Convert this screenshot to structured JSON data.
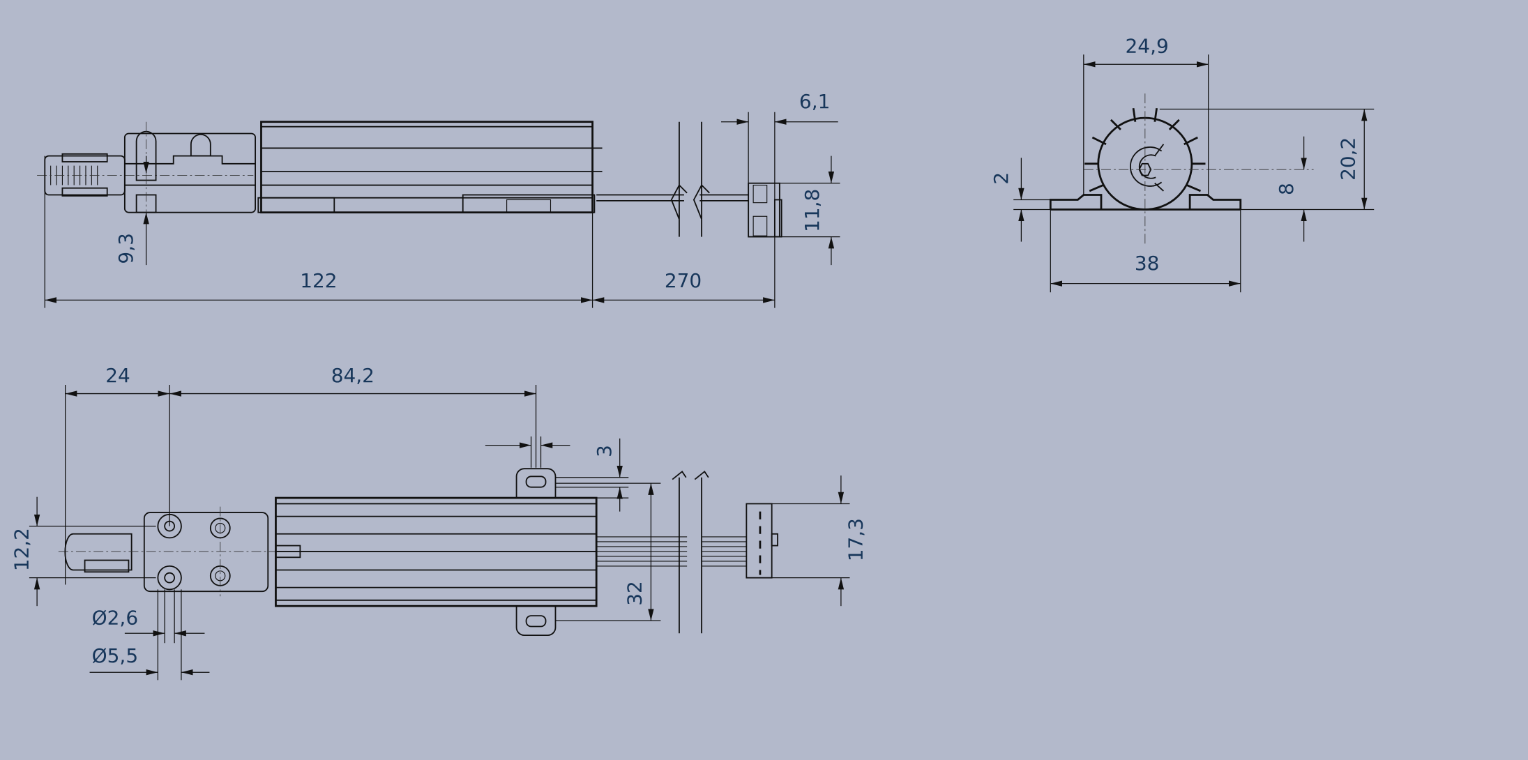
{
  "dimensions": {
    "top_view": {
      "overall_length": "122",
      "cable_length": "270",
      "connector_offset": "6,1",
      "connector_height": "11,8",
      "axis_offset": "9,3"
    },
    "end_view": {
      "gear_width": "24,9",
      "overall_height": "20,2",
      "axis_height": "8",
      "base_thickness": "2",
      "base_width": "38"
    },
    "bottom_view": {
      "offset": "24",
      "hole_spacing": "84,2",
      "lug_width": "3",
      "lug_spacing": "32",
      "connector_width": "17,3",
      "hole_pitch": "12,2",
      "hole_diameter_small": "Ø2,6",
      "hole_diameter_large": "Ø5,5"
    }
  },
  "colors": {
    "background": "#b3b9cb",
    "lines": "#111111",
    "text": "#17365a"
  }
}
